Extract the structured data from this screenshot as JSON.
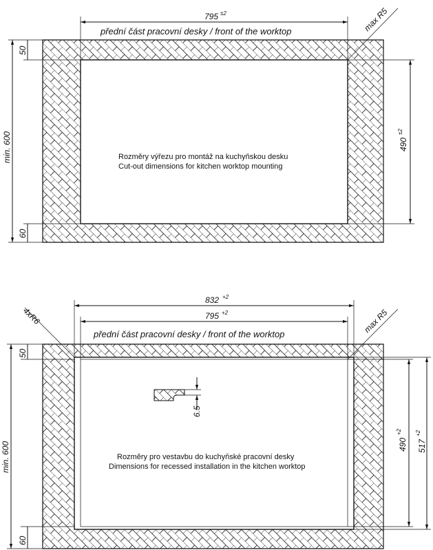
{
  "top_drawing": {
    "front_label": "přední část pracovní desky / front of the worktop",
    "width_dim": "795",
    "width_tol": "±2",
    "height_dim": "490",
    "height_tol": "±2",
    "radius": "max R5",
    "total_depth": "min. 600",
    "front_margin": "50",
    "back_margin": "60",
    "caption_cz": "Rozměry výřezu pro montáž na kuchyňskou desku",
    "caption_en": "Cut-out dimensions for kitchen worktop mounting"
  },
  "bottom_drawing": {
    "front_label": "přední část pracovní desky / front of the worktop",
    "outer_width_dim": "832",
    "outer_width_tol": "+2",
    "inner_width_dim": "795",
    "inner_width_tol": "+2",
    "inner_height_dim": "490",
    "inner_height_tol": "+2",
    "outer_height_dim": "517",
    "outer_height_tol": "+2",
    "corner_radius": "4xR6",
    "radius": "max R5",
    "recess_depth": "6.5",
    "total_depth": "min. 600",
    "front_margin": "50",
    "back_margin": "60",
    "caption_cz": "Rozměry pro vestavbu do kuchyňské pracovní desky",
    "caption_en": "Dimensions for recessed installation in the kitchen worktop"
  }
}
